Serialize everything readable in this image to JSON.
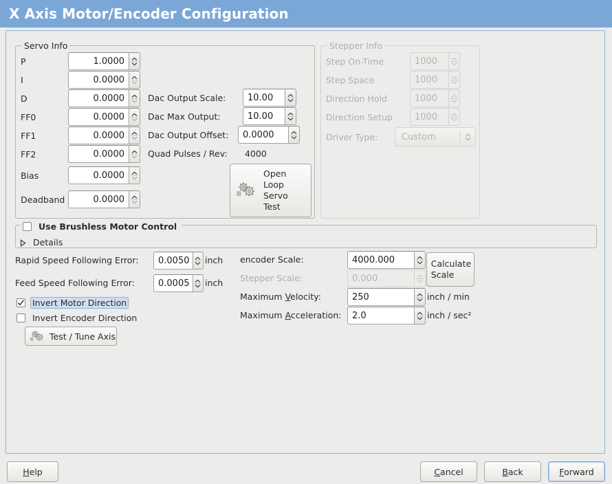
{
  "window": {
    "title": "X Axis Motor/Encoder Configuration",
    "title_bar_color": "#7ba7d7",
    "background_color": "#ececeb",
    "frame_border_color": "#94b4dc"
  },
  "servo_info": {
    "legend": "Servo Info",
    "enabled": true,
    "fields": [
      {
        "label": "P",
        "value": "1.0000"
      },
      {
        "label": "I",
        "value": "0.0000"
      },
      {
        "label": "D",
        "value": "0.0000"
      },
      {
        "label": "FF0",
        "value": "0.0000"
      },
      {
        "label": "FF1",
        "value": "0.0000"
      },
      {
        "label": "FF2",
        "value": "0.0000"
      },
      {
        "label": "Bias",
        "value": "0.0000"
      },
      {
        "label": "Deadband",
        "value": "0.0000"
      }
    ],
    "dac_output_scale": {
      "label": "Dac Output Scale:",
      "value": "10.00"
    },
    "dac_max_output": {
      "label": "Dac Max Output:",
      "value": "10.00"
    },
    "dac_output_offset": {
      "label": "Dac Output Offset:",
      "value": "0.0000"
    },
    "quad_pulses_rev": {
      "label": "Quad Pulses / Rev:",
      "value": "4000"
    },
    "open_loop_button": {
      "line1": "Open",
      "line2": "Loop",
      "line3": "Servo",
      "line4": "Test",
      "icon": "gears-icon"
    }
  },
  "stepper_info": {
    "legend": "Stepper Info",
    "enabled": false,
    "fields": [
      {
        "label": "Step On-Time",
        "value": "1000"
      },
      {
        "label": "Step Space",
        "value": "1000"
      },
      {
        "label": "Direction Hold",
        "value": "1000"
      },
      {
        "label": "Direction Setup",
        "value": "1000"
      }
    ],
    "driver_type": {
      "label": "Driver Type:",
      "value": "Custom"
    }
  },
  "brushless": {
    "checkbox_label": "Use Brushless Motor Control",
    "checked": false,
    "details_label": "Details",
    "details_expanded": false
  },
  "tuning": {
    "rapid_following_error": {
      "label": "Rapid Speed Following Error:",
      "value": "0.0050",
      "unit": "inch"
    },
    "feed_following_error": {
      "label": "Feed Speed Following Error:",
      "value": "0.0005",
      "unit": "inch"
    },
    "invert_motor": {
      "label": "Invert Motor Direction",
      "checked": true,
      "focused": true
    },
    "invert_encoder": {
      "label": "Invert Encoder Direction",
      "checked": false,
      "focused": false
    },
    "test_tune_button": {
      "label": "Test / Tune Axis",
      "icon": "gears-icon"
    }
  },
  "scales": {
    "encoder_scale": {
      "label": "encoder Scale:",
      "value": "4000.000",
      "enabled": true
    },
    "stepper_scale": {
      "label": "Stepper Scale:",
      "value": "0.000",
      "enabled": false
    },
    "max_velocity": {
      "label": "Maximum Velocity:",
      "accel_key": "V",
      "value": "250",
      "unit": "inch / min"
    },
    "max_accel": {
      "label": "Maximum Acceleration:",
      "accel_key": "A",
      "value": "2.0",
      "unit": "inch / sec²"
    },
    "calculate_button": {
      "line1": "Calculate",
      "line2": "Scale"
    }
  },
  "footer": {
    "help": {
      "label": "Help",
      "accel_key": "H"
    },
    "cancel": {
      "label": "Cancel",
      "accel_key": "C"
    },
    "back": {
      "label": "Back",
      "accel_key": "B"
    },
    "forward": {
      "label": "Forward",
      "accel_key": "F",
      "focused": true
    }
  }
}
